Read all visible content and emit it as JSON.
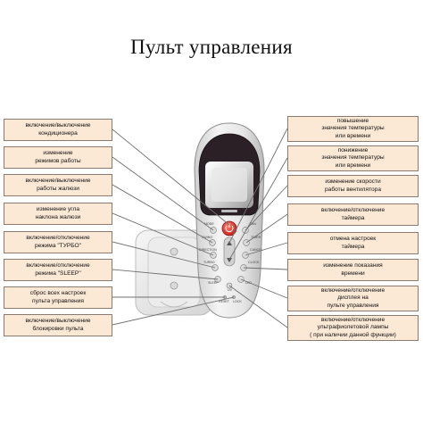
{
  "title": "Пульт управления",
  "left_labels": [
    [
      "включение/выключение",
      "кондиционера"
    ],
    [
      "изменение",
      "режимов работы"
    ],
    [
      "включение/выключение",
      "работы жалюзи"
    ],
    [
      "изменение угла",
      "наклона жалюзи"
    ],
    [
      "включение/отключение",
      "режима \"ТУРБО\""
    ],
    [
      "включение/отключение",
      "режима \"SLEEP\""
    ],
    [
      "сброс всех настроек",
      "пульта управления"
    ],
    [
      "включение/выключение",
      "блокировки пульта"
    ]
  ],
  "right_labels": [
    [
      "повышение",
      "значения температуры",
      "или времени"
    ],
    [
      "понижение",
      "значения температуры",
      "или времени"
    ],
    [
      "изменение скорости",
      "работы вентилятора"
    ],
    [
      "включение/отключение",
      "таймера"
    ],
    [
      "отмена настроек",
      "таймера"
    ],
    [
      "изменение показания",
      "времени"
    ],
    [
      "включение/отключение",
      "дисплея на",
      "пульте управления"
    ],
    [
      "включение/отключение",
      "ультрафиолетовой лампы",
      "( при наличии данной функции)"
    ]
  ],
  "remote_button_texts": [
    "MODE",
    "FAN",
    "SWING",
    "TIMER",
    "DIRECTION",
    "CANCEL",
    "TURBO",
    "CLOCK",
    "SLEEP",
    "LED",
    "UV",
    "RESET",
    "LOCK"
  ],
  "colors": {
    "label_fill": "#fbe8d5",
    "label_border": "#8a7b6e",
    "leader_line": "#6f6f6f",
    "power_button": "#d9302b",
    "remote_body": "#e9e9e9"
  }
}
